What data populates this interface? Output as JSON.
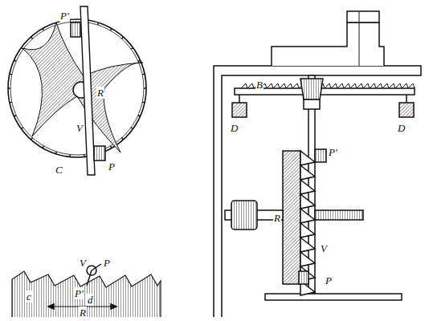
{
  "diagram": {
    "labels": [
      "P'",
      "R",
      "V",
      "C",
      "P",
      "V",
      "P",
      "P'",
      "c",
      "d",
      "R",
      "B",
      "D",
      "D",
      "P'",
      "V",
      "R",
      "P"
    ]
  }
}
